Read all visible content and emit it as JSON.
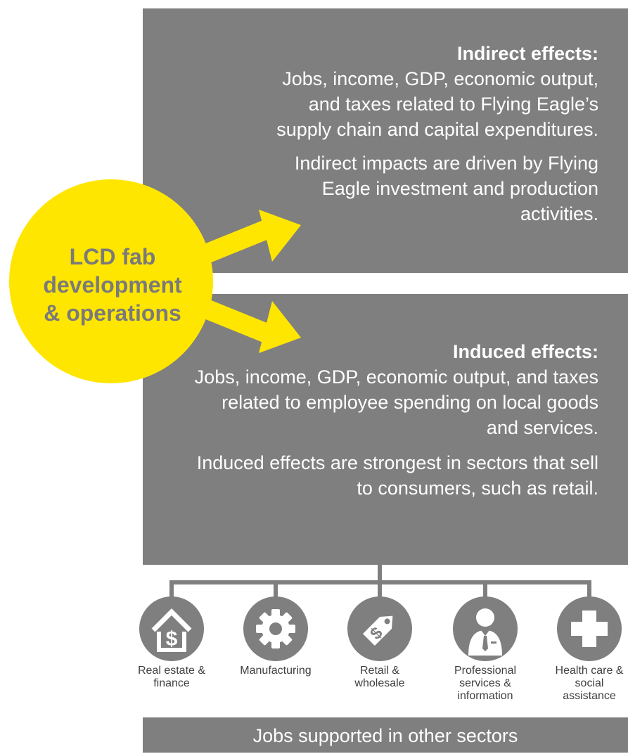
{
  "hub": {
    "label_lines": [
      "LCD fab",
      "development",
      "& operations"
    ]
  },
  "indirect": {
    "heading": "Indirect effects:",
    "body": "Jobs, income, GDP, economic output, and taxes related to Flying Eagle’s supply chain and capital expenditures.",
    "note": "Indirect impacts are driven by Flying Eagle investment and production activities."
  },
  "induced": {
    "heading": "Induced effects:",
    "body": "Jobs, income, GDP, economic output, and taxes related to employee spending on local goods and services.",
    "note": "Induced effects are strongest in sectors that sell to consumers, such as retail."
  },
  "sectors": [
    {
      "icon": "house-dollar-icon",
      "label": "Real estate & finance"
    },
    {
      "icon": "gear-icon",
      "label": "Manufacturing"
    },
    {
      "icon": "price-tag-icon",
      "label": "Retail & wholesale"
    },
    {
      "icon": "businessperson-icon",
      "label": "Professional services & information"
    },
    {
      "icon": "medical-cross-icon",
      "label": "Health care & social assistance"
    }
  ],
  "footer": "Jobs supported in other sectors",
  "colors": {
    "panel": "#7f7f7f",
    "hub": "#ffe600",
    "hub_text": "#7a7a7a",
    "text_on_panel": "#ffffff"
  }
}
